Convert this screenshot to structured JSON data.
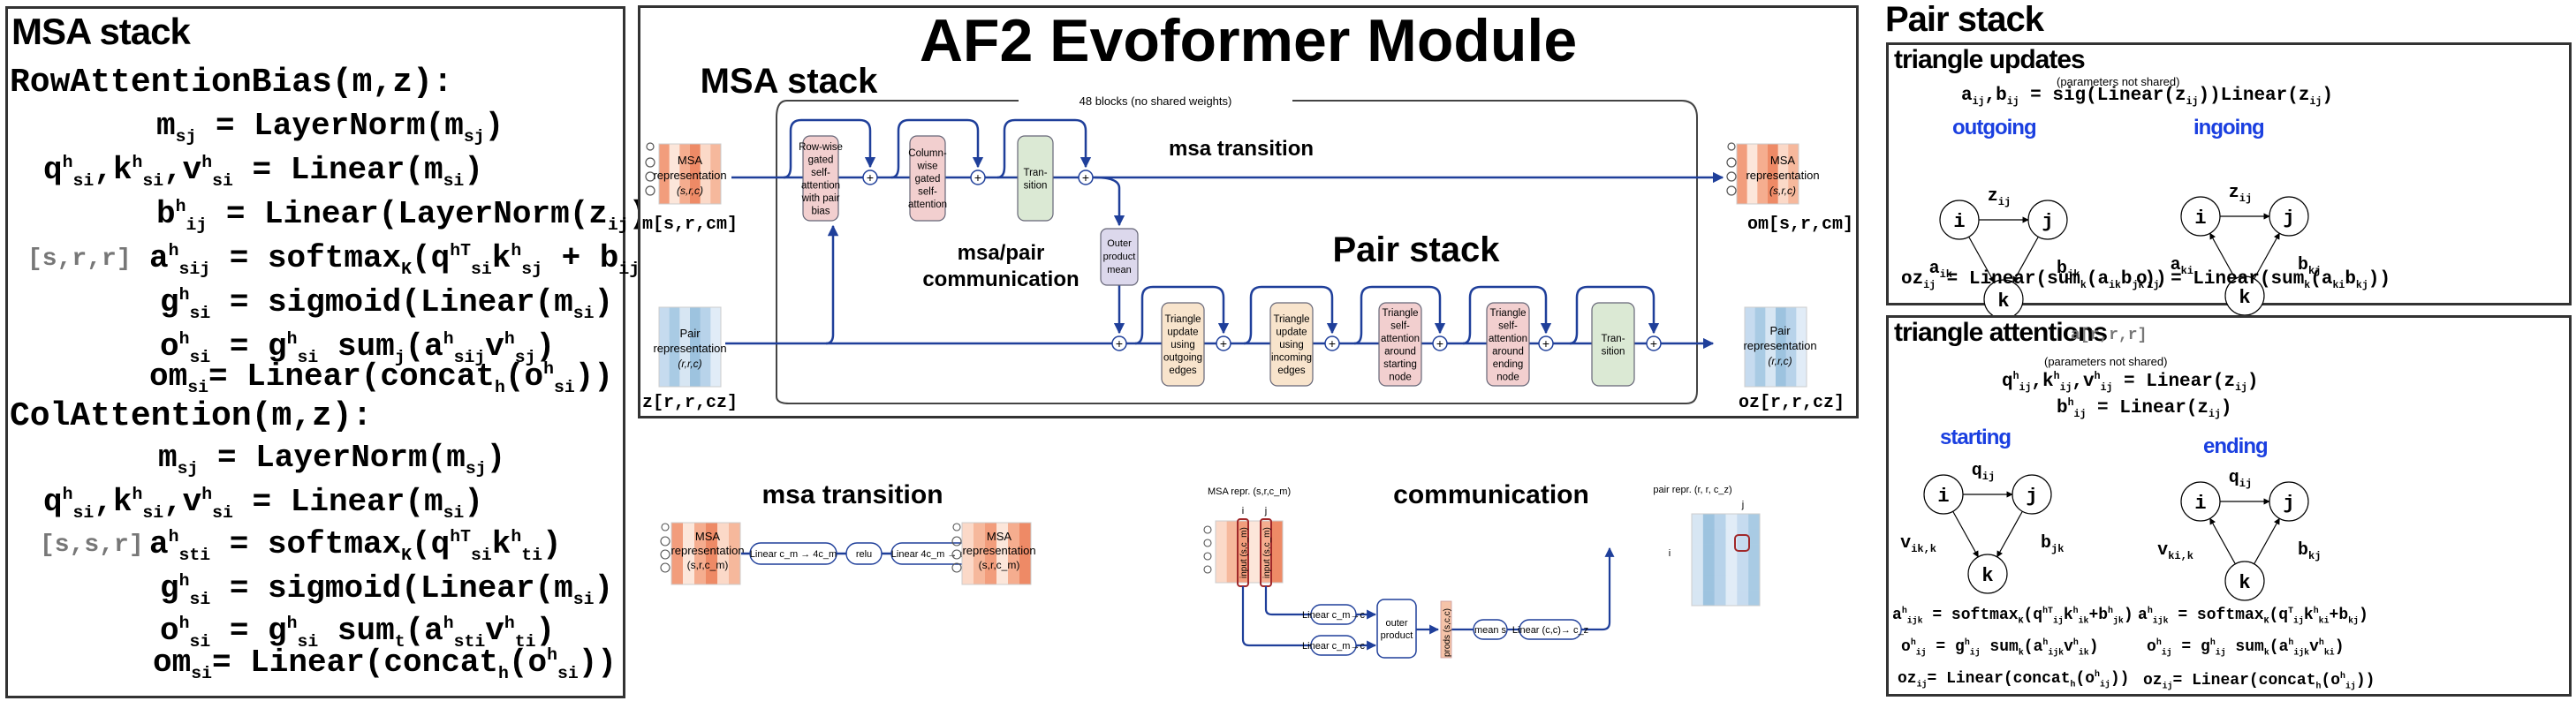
{
  "left_panel": {
    "title": "MSA stack",
    "row_attention": {
      "header": "RowAttentionBias(m,z):",
      "shape_label": "[s,r,r]",
      "lines": [
        "m_sj = LayerNorm(m_sj)",
        "q^h_si,k^h_si,v^h_si = Linear(m_si)",
        "b^h_ij = Linear(LayerNorm(z_ij))",
        "a^h_sij = softmax_K(q^hT_si k^h_sj + b_ij)",
        "g^h_si = sigmoid(Linear(m_si)",
        "o^h_si = g^h_si sum_j(a^h_sij v^h_sj)",
        "om_si= Linear(concat_h(o^h_si))"
      ]
    },
    "col_attention": {
      "header": "ColAttention(m,z):",
      "shape_label": "[s,s,r]",
      "lines": [
        "m_sj = LayerNorm(m_sj)",
        "q^h_si,k^h_si,v^h_si = Linear(m_si)",
        "a^h_sti = softmax_K(q^hT_si k^h_ti)",
        "g^h_si = sigmoid(Linear(m_si)",
        "o^h_si = g^h_si sum_t(a^h_sti v^h_ti)",
        "om_si= Linear(concat_h(o^h_si))"
      ]
    }
  },
  "center_panel": {
    "title": "AF2 Evoformer Module",
    "msa_stack_label": "MSA stack",
    "pair_stack_label": "Pair stack",
    "blocks_label": "48 blocks (no shared weights)",
    "msa_transition_label": "msa transition",
    "communication_label_1": "msa/pair",
    "communication_label_2": "communication",
    "msa_input": {
      "line1": "MSA",
      "line2": "representation",
      "line3": "(s,r,c)",
      "var": "m[s,r,cm]"
    },
    "pair_input": {
      "line1": "Pair",
      "line2": "representation",
      "line3": "(r,r,c)",
      "var": "z[r,r,cz]"
    },
    "msa_output": {
      "line1": "MSA",
      "line2": "representation",
      "line3": "(s,r,c)",
      "var": "om[s,r,cm]"
    },
    "pair_output": {
      "line1": "Pair",
      "line2": "representation",
      "line3": "(r,r,c)",
      "var": "oz[r,r,cz]"
    },
    "msa_blocks": [
      {
        "lines": [
          "Row-wise",
          "gated",
          "self-",
          "attention",
          "with pair",
          "bias"
        ],
        "color": "#f2cfcf"
      },
      {
        "lines": [
          "Column-",
          "wise",
          "gated",
          "self-",
          "attention"
        ],
        "color": "#f2cfcf"
      },
      {
        "lines": [
          "Tran-",
          "sition"
        ],
        "color": "#dbe9d4"
      }
    ],
    "outer_product": {
      "lines": [
        "Outer",
        "product",
        "mean"
      ],
      "color": "#dcd8ec"
    },
    "pair_blocks": [
      {
        "lines": [
          "Triangle",
          "update",
          "using",
          "outgoing",
          "edges"
        ],
        "color": "#f8e4cc"
      },
      {
        "lines": [
          "Triangle",
          "update",
          "using",
          "incoming",
          "edges"
        ],
        "color": "#f8e4cc"
      },
      {
        "lines": [
          "Triangle",
          "self-",
          "attention",
          "around",
          "starting",
          "node"
        ],
        "color": "#f2cfcf"
      },
      {
        "lines": [
          "Triangle",
          "self-",
          "attention",
          "around",
          "ending",
          "node"
        ],
        "color": "#f2cfcf"
      },
      {
        "lines": [
          "Tran-",
          "sition"
        ],
        "color": "#dbe9d4"
      }
    ],
    "plus_symbol": "+"
  },
  "msa_transition_detail": {
    "title": "msa transition",
    "input": {
      "line1": "MSA",
      "line2": "representation",
      "line3": "(s,r,c_m)"
    },
    "ops": [
      "Linear c_m → 4c_m",
      "relu",
      "Linear 4c_m → c_m"
    ],
    "output": {
      "line1": "MSA",
      "line2": "representation",
      "line3": "(s,r,c_m)"
    }
  },
  "communication_detail": {
    "title": "communication",
    "msa_label": "MSA repr. (s,r,c_m)",
    "pair_label": "pair repr. (r, r, c_z)",
    "col_i": "i",
    "col_j": "j",
    "row_i": "i",
    "input_label": "input (s,c_m)",
    "linear_1": "Linear c_m→c",
    "linear_2": "Linear c_m→c",
    "outer_product": [
      "outer",
      "product"
    ],
    "prods": "prods (s,c,c)",
    "mean": "mean s",
    "linear_out": "Linear (c,c)→ c_z"
  },
  "right_panel": {
    "title": "Pair stack",
    "triangle_updates": {
      "title": "triangle updates",
      "note": "(parameters not shared)",
      "formula": "a_ij,b_ij = sig(Linear(z_ij))Linear(z_ij)",
      "outgoing": {
        "label": "outgoing",
        "edge_top": "z_ij",
        "edge_left": "a_ik",
        "edge_right": "b_jk",
        "formula": "oz_ij = Linear(sum_k(a_ik b_jk))"
      },
      "ingoing": {
        "label": "ingoing",
        "edge_top": "z_ij",
        "edge_left": "a_ki",
        "edge_right": "b_kj",
        "formula": "o_ij = Linear(sum_k(a_ki b_kj))"
      },
      "nodes": [
        "i",
        "j",
        "k"
      ]
    },
    "triangle_attentions": {
      "title": "triangle attentions",
      "shape_label": "a[r,r,r]",
      "note": "(parameters not shared)",
      "formula_1": "q^h_ij,k^h_ij,v^h_ij = Linear(z_ij)",
      "formula_2": "b^h_ij = Linear(z_ij)",
      "starting": {
        "label": "starting",
        "edge_top": "q_ij",
        "edge_left": "v_ik,k_ik",
        "edge_right": "b_jk",
        "formulas": [
          "a^h_ijk = softmax_K(q^hT_ij k^h_ik + b^h_jk)",
          "o^h_ij = g^h_ij sum_k(a^h_ijk v^h_ik)",
          "oz_ij= Linear(concat_h(o^h_ij))"
        ]
      },
      "ending": {
        "label": "ending",
        "edge_top": "q_ij",
        "edge_left": "v_ki,k_ki",
        "edge_right": "b_kj",
        "formulas": [
          "a^h_ijk = softmax_K(q^hT_ij k^h_ki + b_kj)",
          "o^h_ij = g^h_ij sum_k(a^h_ijk v^h_ki)",
          "oz_ij= Linear(concat_h(o^h_ij))"
        ]
      },
      "nodes": [
        "i",
        "j",
        "k"
      ]
    }
  },
  "colors": {
    "arrow_blue": "#1f3f9a",
    "label_blue": "#1a3fe0",
    "msa_red": "#f08060",
    "pair_blue": "#9cc4de",
    "highlight_red": "#a0282a"
  }
}
